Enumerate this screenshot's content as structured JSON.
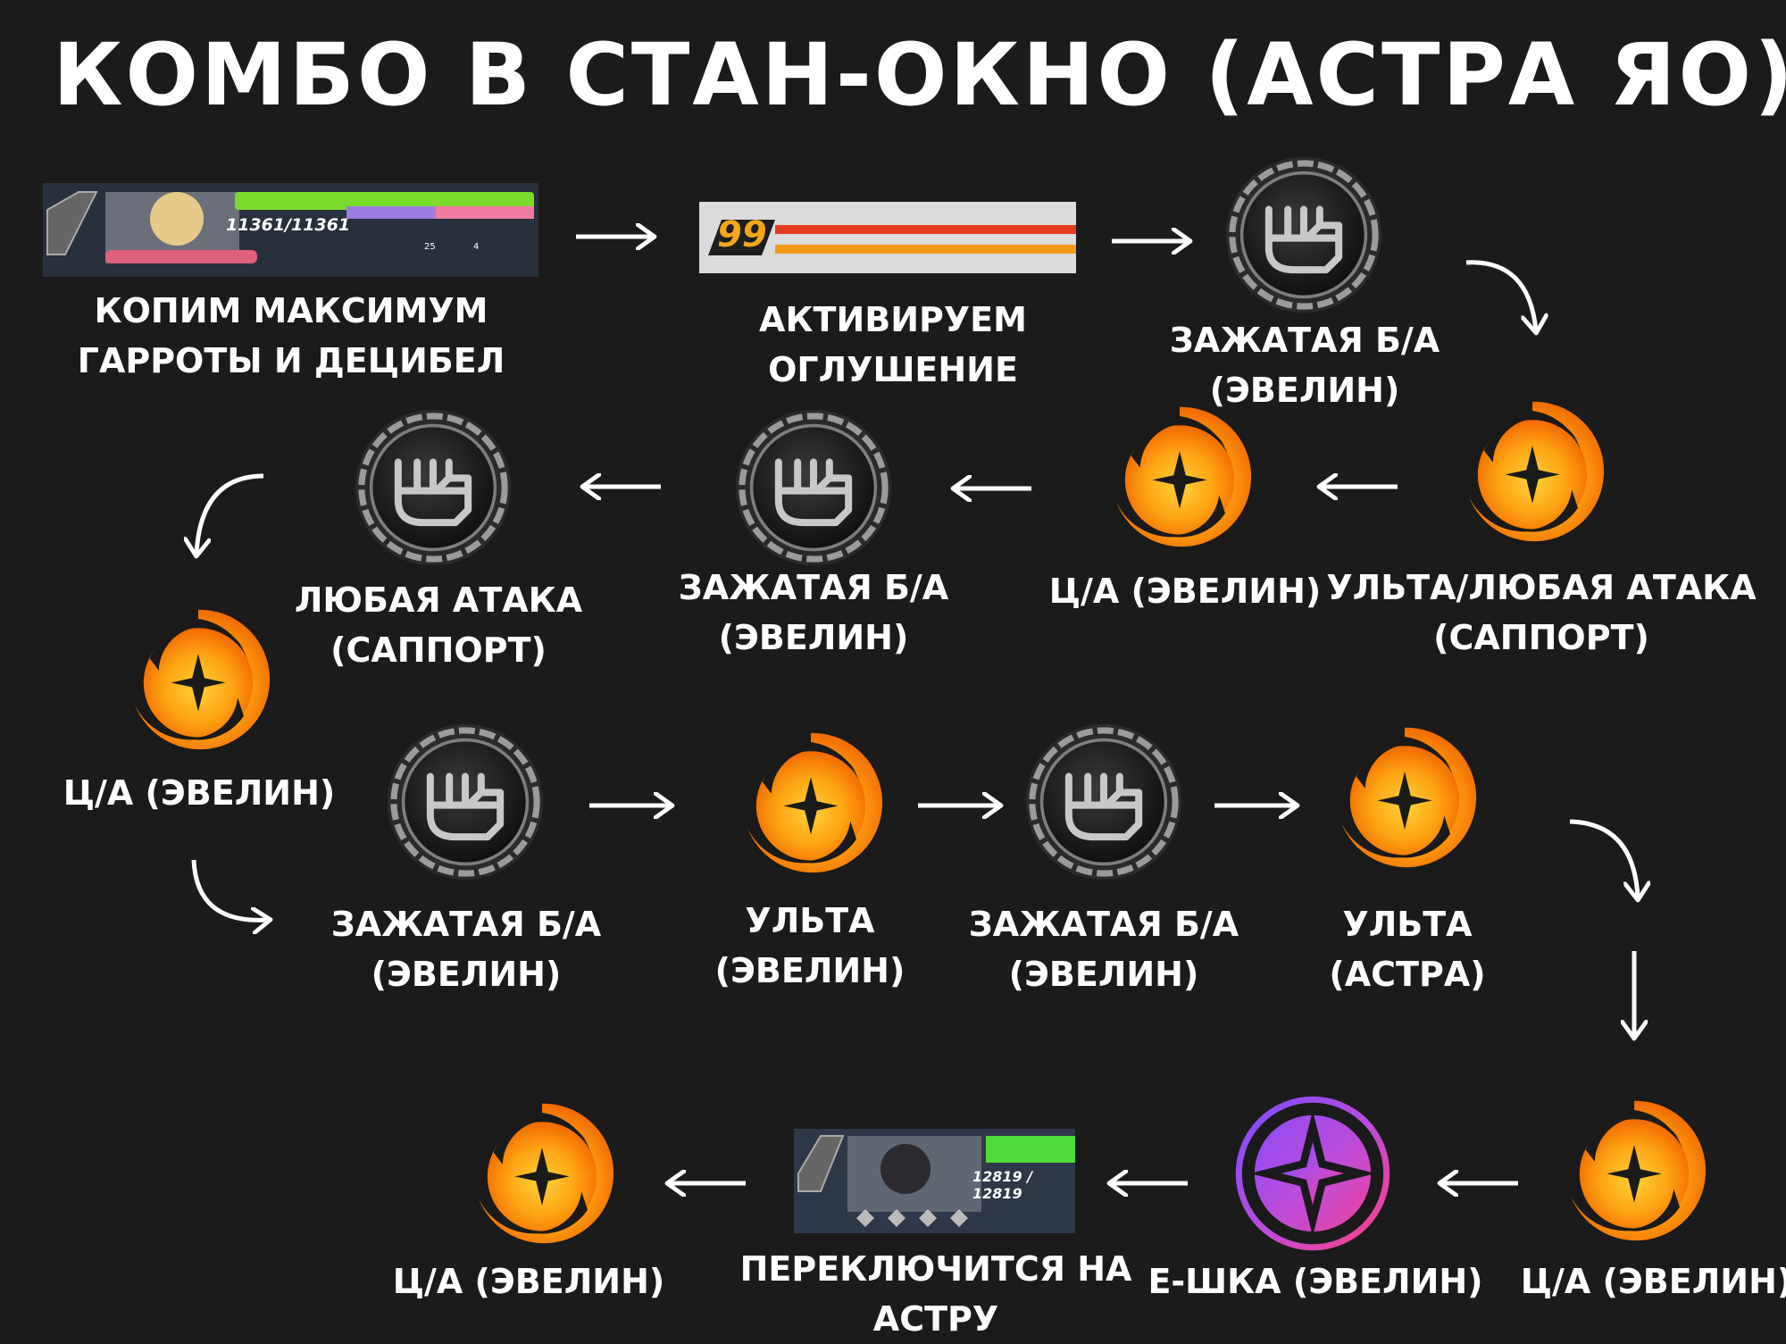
{
  "title": "КОМБО В СТАН-ОКНО (АСТРА ЯО)",
  "steps": {
    "s1": "КОПИМ МАКСИМУМ ГАРРОТЫ И ДЕЦИБЕЛ",
    "s2": "АКТИВИРУЕМ ОГЛУШЕНИЕ",
    "s3": "ЗАЖАТАЯ Б/А (ЭВЕЛИН)",
    "s4": "УЛЬТА/ЛЮБАЯ АТАКА (САППОРТ)",
    "s5": "Ц/А (ЭВЕЛИН)",
    "s6": "ЗАЖАТАЯ Б/А (ЭВЕЛИН)",
    "s7": "ЛЮБАЯ АТАКА (САППОРТ)",
    "s8": "Ц/А (ЭВЕЛИН)",
    "s9": "ЗАЖАТАЯ Б/А (ЭВЕЛИН)",
    "s10": "УЛЬТА (ЭВЕЛИН)",
    "s11": "ЗАЖАТАЯ Б/А (ЭВЕЛИН)",
    "s12": "УЛЬТА (АСТРА)",
    "s13": "Ц/А (ЭВЕЛИН)",
    "s14": "Е-ШКА (ЭВЕЛИН)",
    "s15": "ПЕРЕКЛЮЧИТСЯ НА АСТРУ",
    "s16": "Ц/А (ЭВЕЛИН)"
  },
  "labels": {
    "l1a": "КОПИМ МАКСИМУМ",
    "l1b": "ГАРРОТЫ И ДЕЦИБЕЛ",
    "l2a": "АКТИВИРУЕМ",
    "l2b": "ОГЛУШЕНИЕ",
    "l3a": "ЗАЖАТАЯ Б/А",
    "l3b": "(ЭВЕЛИН)",
    "l4a": "УЛЬТА/ЛЮБАЯ АТАКА",
    "l4b": "(САППОРТ)",
    "l5a": "Ц/А (ЭВЕЛИН)",
    "l6a": "ЗАЖАТАЯ Б/А",
    "l6b": "(ЭВЕЛИН)",
    "l7a": "ЛЮБАЯ АТАКА",
    "l7b": "(САППОРТ)",
    "l8a": "Ц/А (ЭВЕЛИН)",
    "l9a": "ЗАЖАТАЯ Б/А",
    "l9b": "(ЭВЕЛИН)",
    "l10a": "УЛЬТА",
    "l10b": "(ЭВЕЛИН)",
    "l11a": "ЗАЖАТАЯ Б/А",
    "l11b": "(ЭВЕЛИН)",
    "l12a": "УЛЬТА",
    "l12b": "(АСТРА)",
    "l13a": "Ц/А (ЭВЕЛИН)",
    "l14a": "Е-ШКА (ЭВЕЛИН)",
    "l15a": "ПЕРЕКЛЮЧИТСЯ НА",
    "l15b": "АСТРУ",
    "l16a": "Ц/А (ЭВЕЛИН)"
  },
  "hud1": {
    "hp": "11361/11361",
    "badge1": "25",
    "badge2": "4"
  },
  "hud2": {
    "stun": "99"
  },
  "hud3": {
    "hp": "12819 / 12819"
  },
  "icons": {
    "fist": "fist-icon",
    "special": "orange-swirl-star-icon",
    "eskill": "purple-star-icon"
  },
  "colors": {
    "background": "#1b1b1b",
    "orange": "#ff9a10",
    "purple": "#8a4cff",
    "pink": "#ff3d7a"
  }
}
